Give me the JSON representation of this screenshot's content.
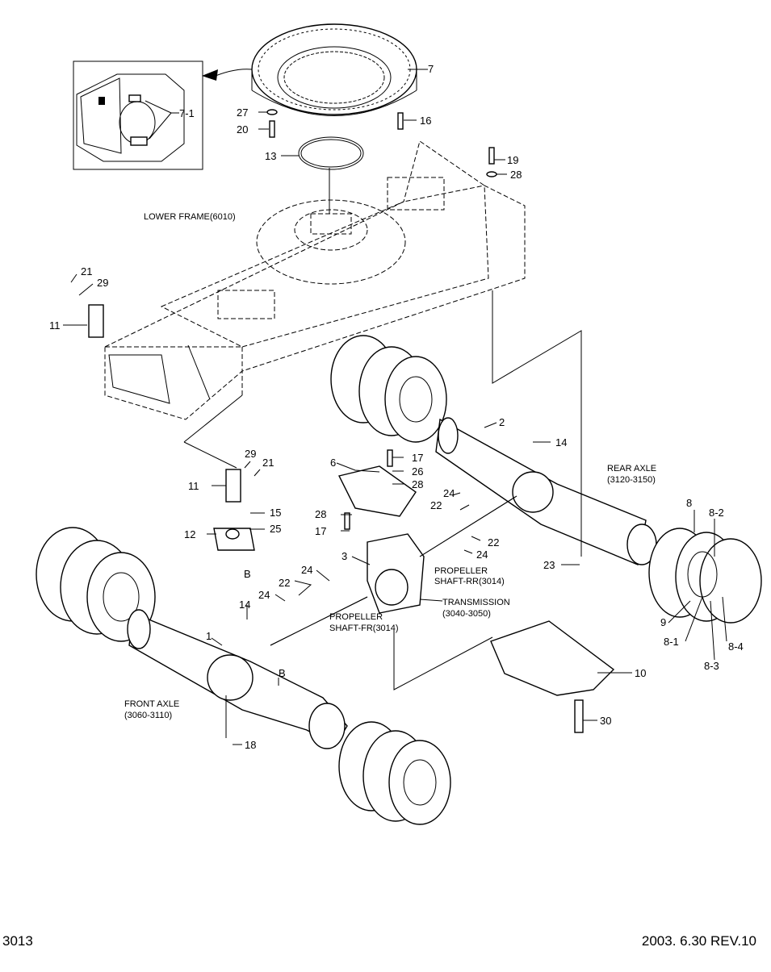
{
  "labels": {
    "p7": "7",
    "p7_1": "7-1",
    "p27": "27",
    "p20": "20",
    "p16": "16",
    "p13": "13",
    "p19": "19",
    "p28a": "28",
    "lower_frame": "LOWER FRAME(6010)",
    "p21a": "21",
    "p29a": "29",
    "p11a": "11",
    "p2": "2",
    "p14a": "14",
    "p17a": "17",
    "p26": "26",
    "p28b": "28",
    "p6": "6",
    "p29b": "29",
    "p21b": "21",
    "p11b": "11",
    "p15": "15",
    "p25": "25",
    "p12": "12",
    "pBa": "B",
    "p28c": "28",
    "p17b": "17",
    "rear_axle_1": "REAR AXLE",
    "rear_axle_2": "(3120-3150)",
    "p24a": "24",
    "p22a": "22",
    "p22b": "22",
    "p24b": "24",
    "prop_rr_1": "PROPELLER",
    "prop_rr_2": "SHAFT-RR(3014)",
    "p3": "3",
    "p24c": "24",
    "p22c": "22",
    "p24d": "24",
    "trans_1": "TRANSMISSION",
    "trans_2": "(3040-3050)",
    "prop_fr_1": "PROPELLER",
    "prop_fr_2": "SHAFT-FR(3014)",
    "p8": "8",
    "p8_2": "8-2",
    "p23": "23",
    "p9": "9",
    "p8_1": "8-1",
    "p8_3": "8-3",
    "p8_4": "8-4",
    "p14b": "14",
    "p1": "1",
    "pBb": "B",
    "front_axle_1": "FRONT AXLE",
    "front_axle_2": "(3060-3110)",
    "p10": "10",
    "p30": "30",
    "p18": "18"
  },
  "footer": {
    "page_number": "3013",
    "revision": "2003. 6.30  REV.10"
  }
}
